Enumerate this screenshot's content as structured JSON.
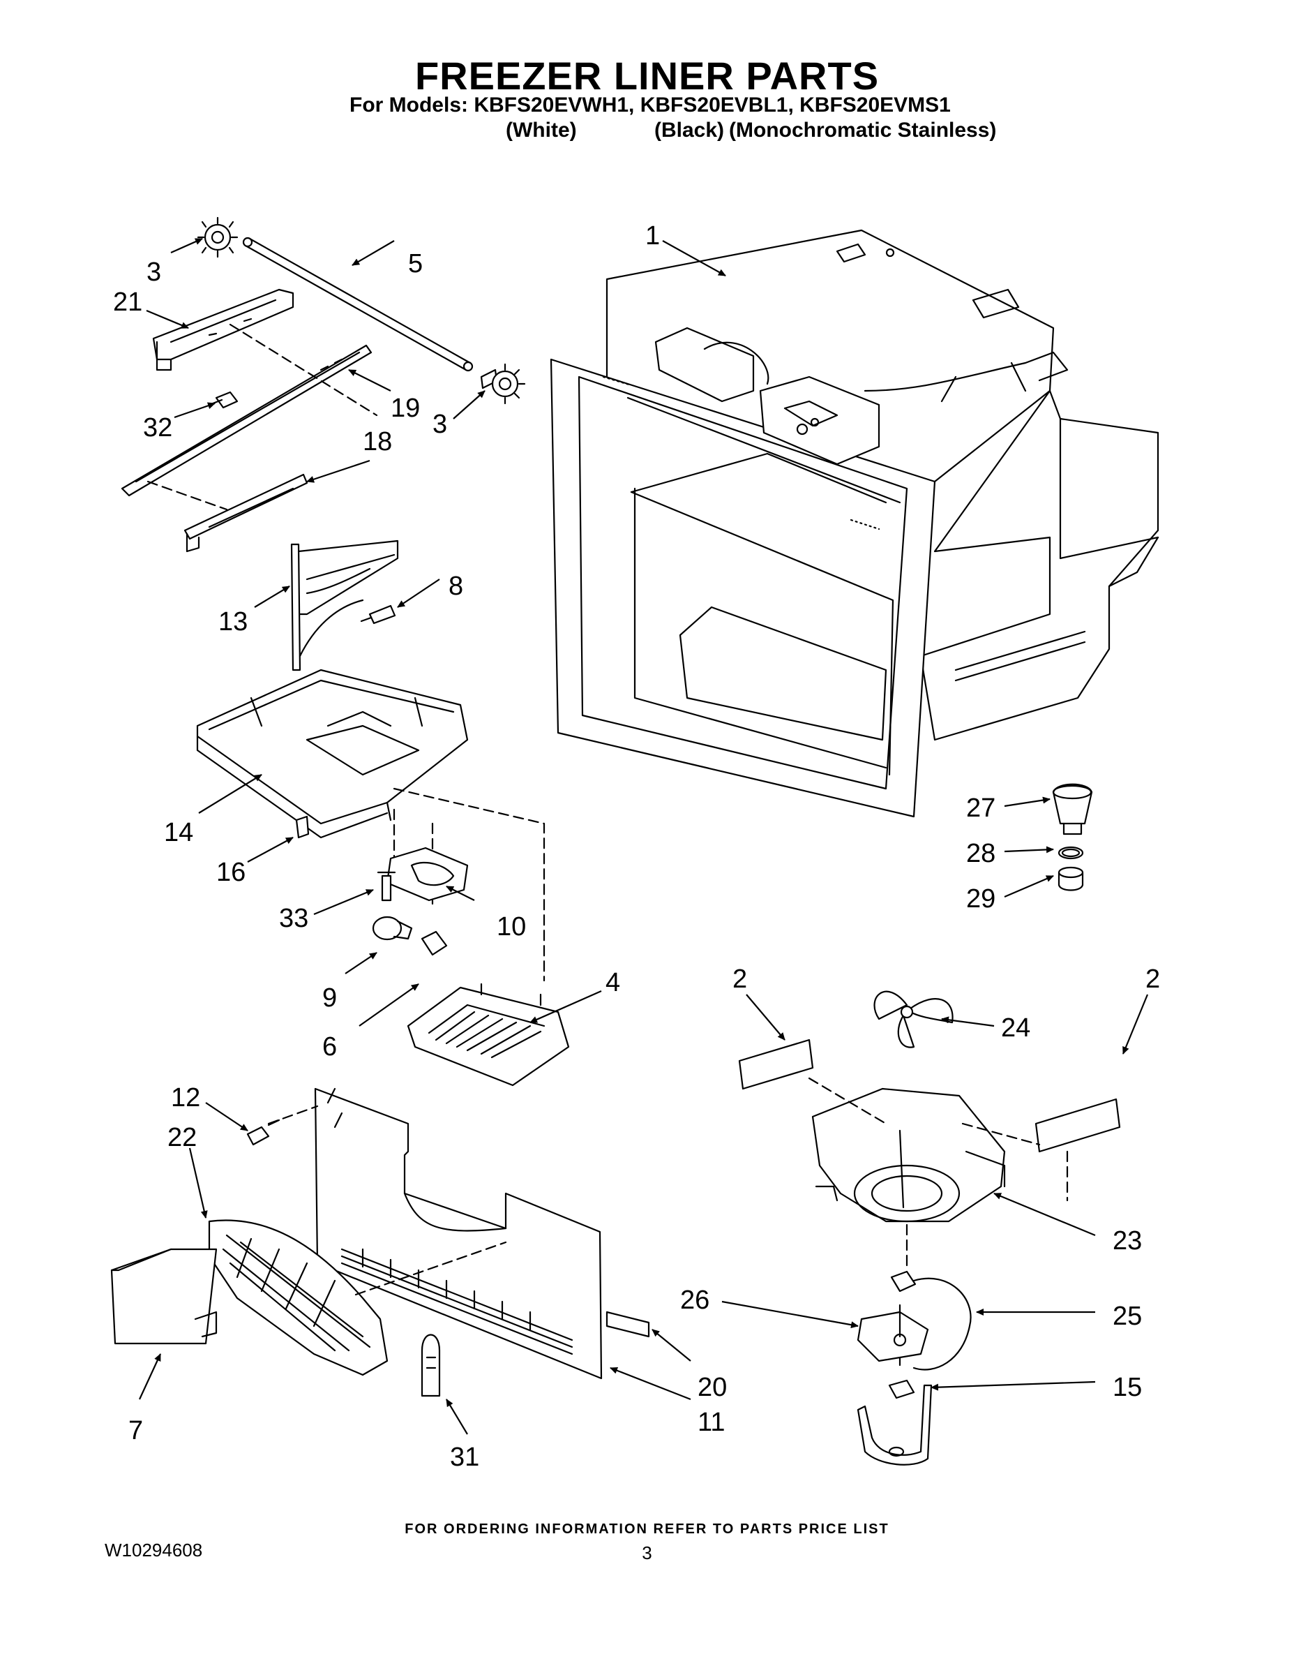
{
  "header": {
    "title": "FREEZER LINER PARTS",
    "models_line": "For Models: KBFS20EVWH1, KBFS20EVBL1, KBFS20EVMS1",
    "variants": [
      "(White)",
      "(Black)",
      "(Monochromatic Stainless)"
    ]
  },
  "callouts": [
    "1",
    "2",
    "2",
    "3",
    "3",
    "4",
    "5",
    "6",
    "7",
    "8",
    "9",
    "10",
    "11",
    "12",
    "13",
    "14",
    "15",
    "16",
    "18",
    "19",
    "20",
    "21",
    "22",
    "23",
    "24",
    "25",
    "26",
    "27",
    "28",
    "29",
    "31",
    "32",
    "33"
  ],
  "footer": {
    "ordering_note": "FOR ORDERING INFORMATION REFER TO PARTS PRICE LIST",
    "doc_number": "W10294608",
    "page_number": "3"
  }
}
